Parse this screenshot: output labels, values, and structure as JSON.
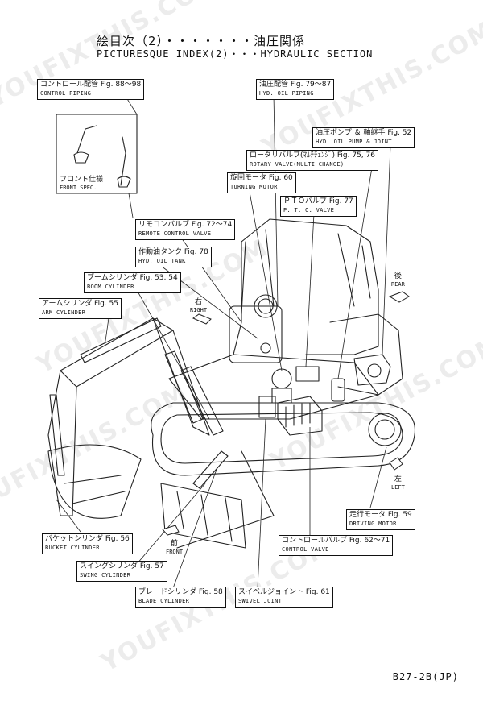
{
  "title": {
    "jp": "絵目次（2）・・・・・・・油圧関係",
    "en": "PICTURESQUE INDEX(2)・・・HYDRAULIC SECTION"
  },
  "labels": {
    "control_piping": {
      "jp": "コントロール配管 Fig. 88〜98",
      "en": "CONTROL PIPING"
    },
    "hyd_oil_piping": {
      "jp": "油圧配管 Fig. 79〜87",
      "en": "HYD. OIL PIPING"
    },
    "pump_joint": {
      "jp": "油圧ポンプ ＆ 軸継手 Fig. 52",
      "en": "HYD. OIL PUMP & JOINT"
    },
    "rotary_valve": {
      "jp": "ロータリバルブ(ﾏﾙﾁﾁｪﾝｼﾞ) Fig. 75, 76",
      "en": "ROTARY VALVE(MULTI CHANGE)"
    },
    "turning_motor": {
      "jp": "旋回モータ Fig. 60",
      "en": "TURNING MOTOR"
    },
    "pto_valve": {
      "jp": "ＰＴＯバルブ Fig. 77",
      "en": "P. T. O. VALVE"
    },
    "front_spec": {
      "jp": "フロント仕様",
      "en": "FRONT SPEC."
    },
    "remote_valve": {
      "jp": "リモコンバルブ Fig. 72〜74",
      "en": "REMOTE CONTROL VALVE"
    },
    "hyd_oil_tank": {
      "jp": "作動油タンク Fig. 78",
      "en": "HYD. OIL TANK"
    },
    "boom_cylinder": {
      "jp": "ブームシリンダ Fig. 53, 54",
      "en": "BOOM CYLINDER"
    },
    "arm_cylinder": {
      "jp": "アームシリンダ Fig. 55",
      "en": "ARM CYLINDER"
    },
    "bucket_cylinder": {
      "jp": "バケットシリンダ Fig. 56",
      "en": "BUCKET CYLINDER"
    },
    "swing_cylinder": {
      "jp": "スイングシリンダ Fig. 57",
      "en": "SWING CYLINDER"
    },
    "blade_cylinder": {
      "jp": "ブレードシリンダ Fig. 58",
      "en": "BLADE CYLINDER"
    },
    "swivel_joint": {
      "jp": "スイベルジョイント Fig. 61",
      "en": "SWIVEL JOINT"
    },
    "control_valve": {
      "jp": "コントロールバルブ Fig. 62〜71",
      "en": "CONTROL VALVE"
    },
    "driving_motor": {
      "jp": "走行モータ Fig. 59",
      "en": "DRIVING MOTOR"
    }
  },
  "directions": {
    "rear": {
      "jp": "後",
      "en": "REAR"
    },
    "right": {
      "jp": "右",
      "en": "RIGHT"
    },
    "left": {
      "jp": "左",
      "en": "LEFT"
    },
    "front": {
      "jp": "前",
      "en": "FRONT"
    }
  },
  "watermark": "YOUFIXTHIS.COM",
  "page_number": "B27-2B(JP)"
}
